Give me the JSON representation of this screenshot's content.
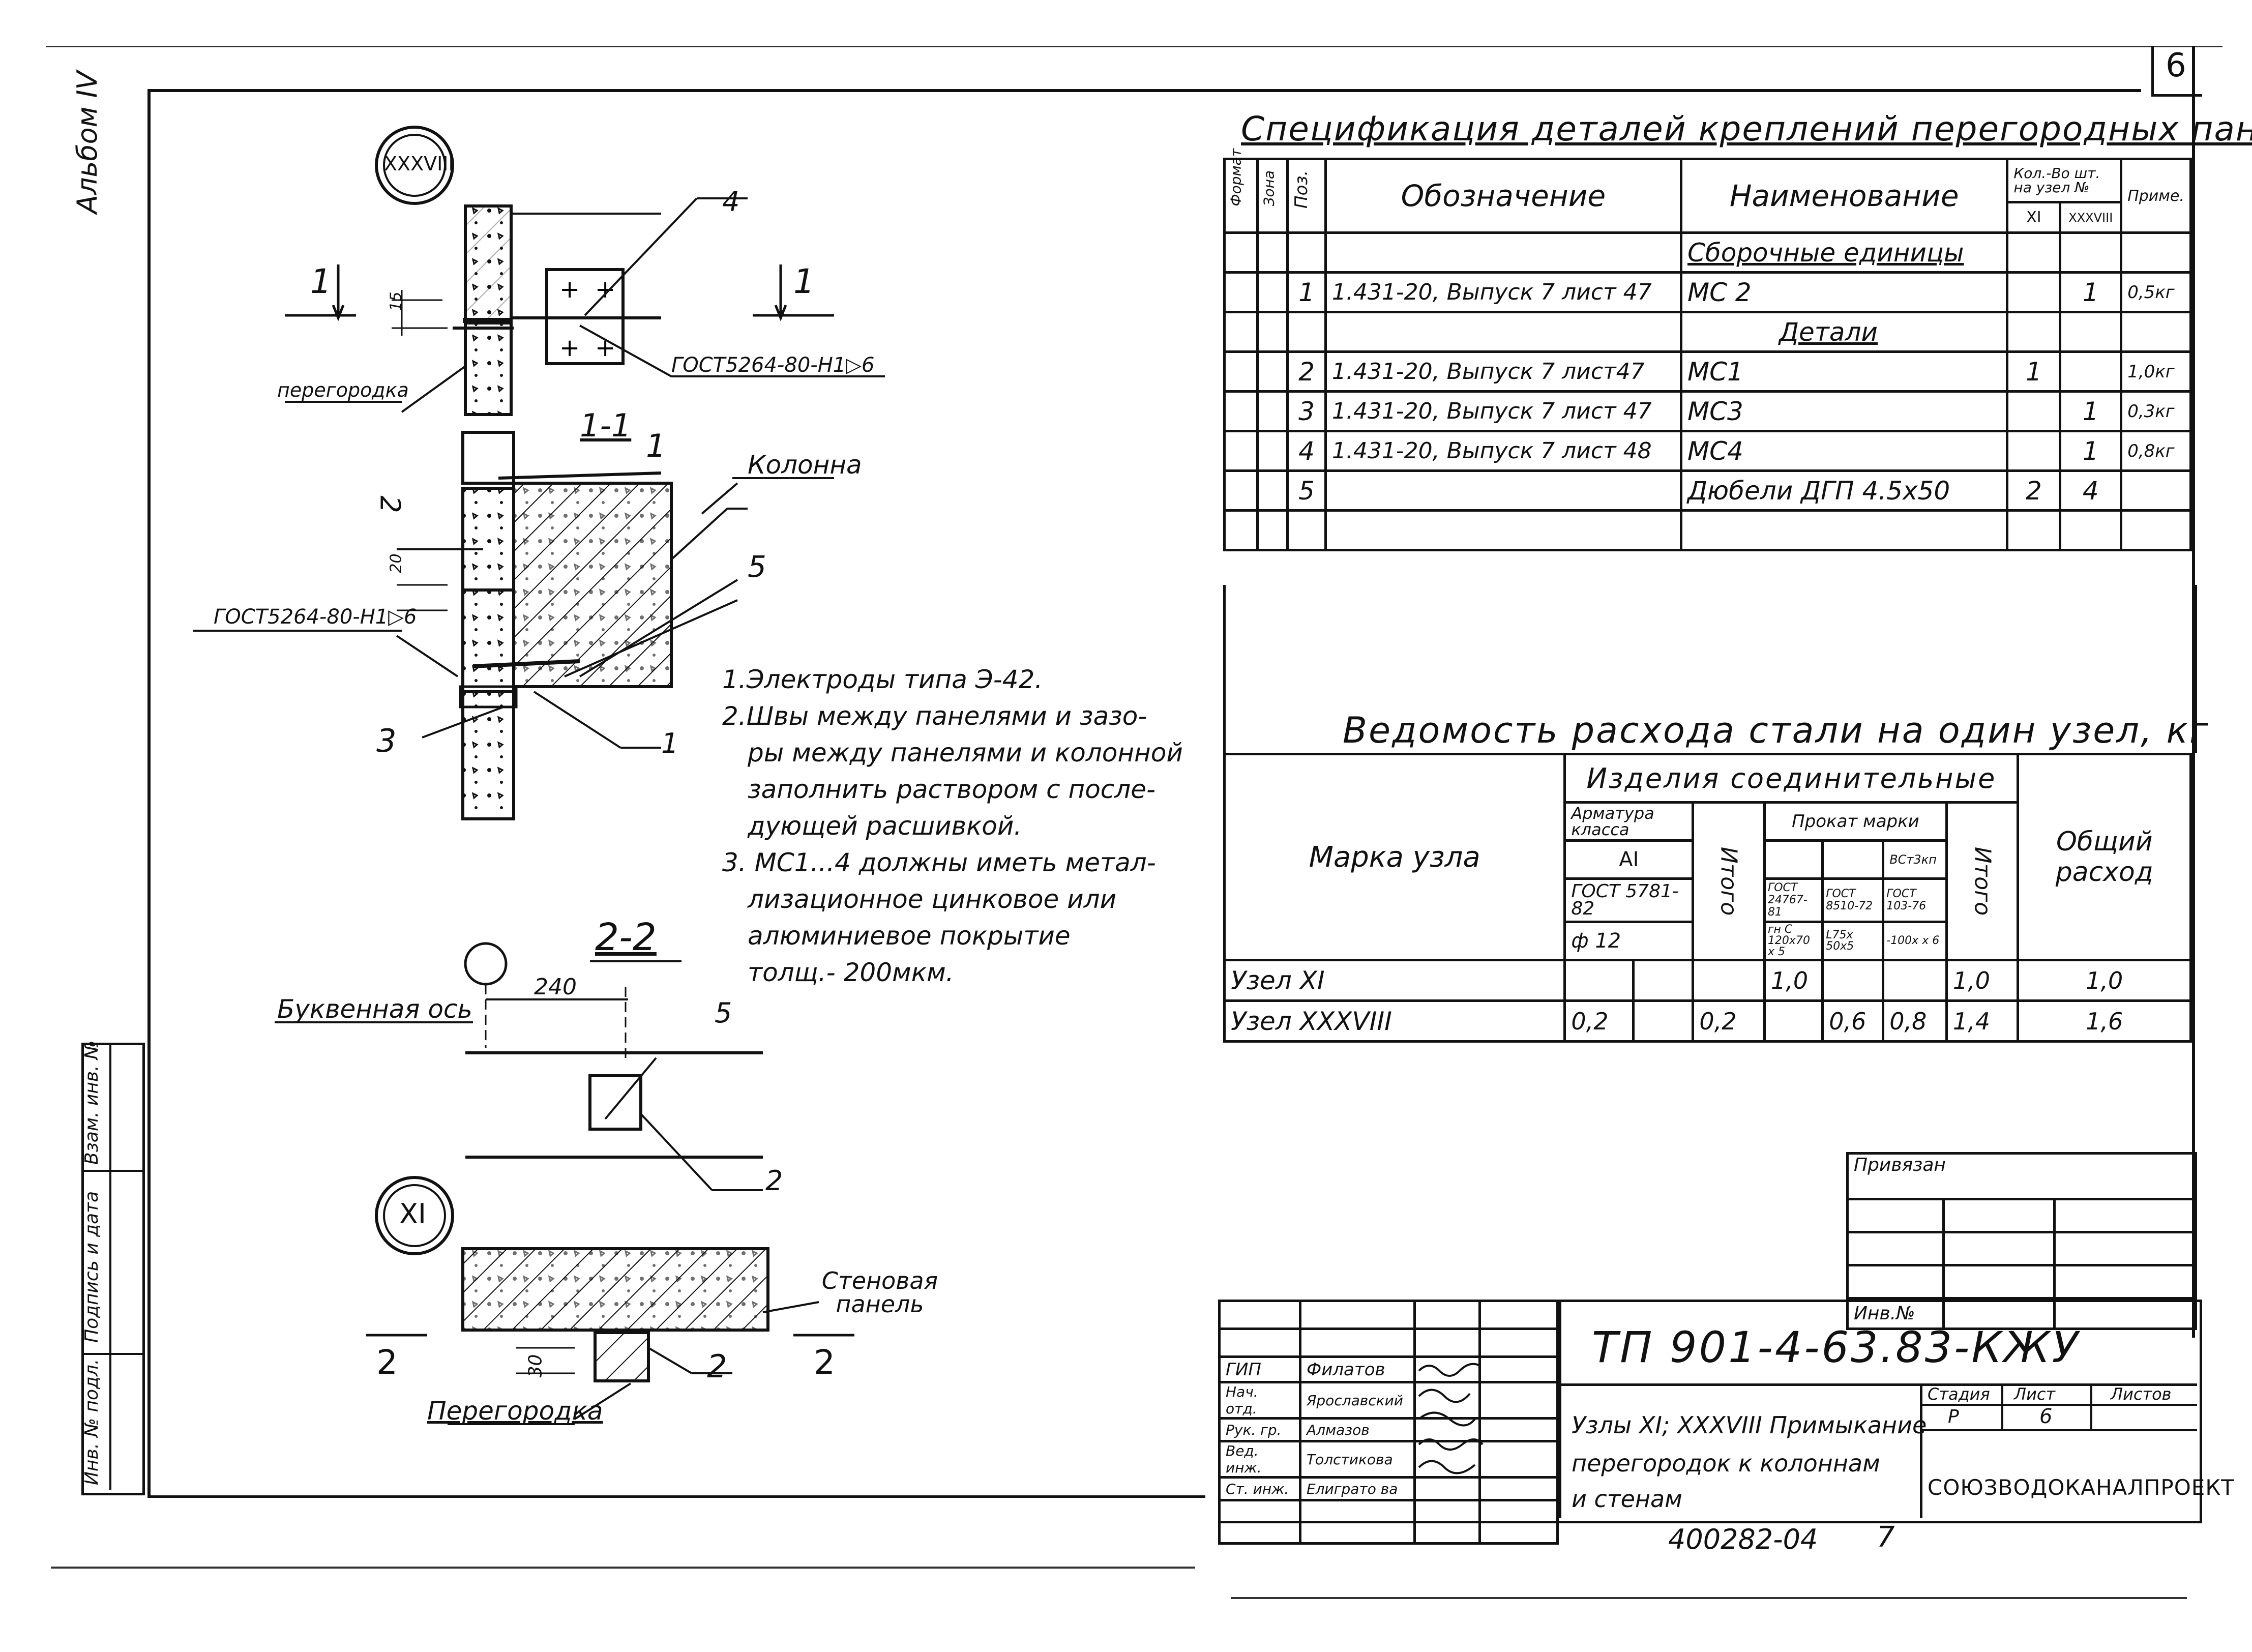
{
  "sheet_number": "6",
  "album_label": "Альбом IV",
  "left_stamp": {
    "inv_original": "Инв. № подл.",
    "signature_date": "Подпись и дата",
    "replace_inv": "Взам. инв. №"
  },
  "drawing": {
    "node_xxxviii": "XXXVIII",
    "node_xi": "XI",
    "cut_1_1": "1-1",
    "cut_2_2": "2-2",
    "label_peregorodka": "перегородка",
    "label_kolonna": "Колонна",
    "weld_1": "ГОСТ5264-80-Н1▷6",
    "weld_2": "ГОСТ5264-80-Н1▷6",
    "bukv_os": "Буквенная ось",
    "stenovaya_panel": "Стеновая панель",
    "peregorodka2": "Перегородка",
    "dim_240": "240",
    "dim_15": "15",
    "dim_20": "20",
    "dim_30": "30",
    "pos": [
      "1",
      "2",
      "3",
      "4",
      "5"
    ]
  },
  "notes": [
    "1.Электроды типа Э-42.",
    "2.Швы между панелями и зазо-",
    "ры между панелями и колонной",
    "заполнить раствором с после-",
    "дующей расшивкой.",
    "3. МС1...4 должны иметь метал-",
    "лизационное цинковое или",
    "алюминиевое покрытие",
    "толщ.- 200мкм."
  ],
  "spec": {
    "title": "Спецификация деталей креплений перегородных панелей",
    "headers": {
      "format": "Формат",
      "zone": "Зона",
      "pos": "Поз.",
      "designation": "Обозначение",
      "name": "Наименование",
      "qty_group": "Кол.-Во шт. на узел №",
      "qty_xi": "XI",
      "qty_xxxviii": "XXXVIII",
      "note": "Приме."
    },
    "rows": [
      {
        "pos": "",
        "designation": "",
        "name": "Сборочные единицы",
        "xi": "",
        "xxxviii": "",
        "note": ""
      },
      {
        "pos": "1",
        "designation": "1.431-20, Выпуск 7 лист 47",
        "name": "МС 2",
        "xi": "",
        "xxxviii": "1",
        "note": "0,5кг"
      },
      {
        "pos": "",
        "designation": "",
        "name": "Детали",
        "xi": "",
        "xxxviii": "",
        "note": ""
      },
      {
        "pos": "2",
        "designation": "1.431-20, Выпуск 7 лист47",
        "name": "МС1",
        "xi": "1",
        "xxxviii": "",
        "note": "1,0кг"
      },
      {
        "pos": "3",
        "designation": "1.431-20, Выпуск 7  лист 47",
        "name": "МС3",
        "xi": "",
        "xxxviii": "1",
        "note": "0,3кг"
      },
      {
        "pos": "4",
        "designation": "1.431-20, Выпуск 7  лист 48",
        "name": "МС4",
        "xi": "",
        "xxxviii": "1",
        "note": "0,8кг"
      },
      {
        "pos": "5",
        "designation": "",
        "name": "Дюбели ДГП 4.5х50",
        "xi": "2",
        "xxxviii": "4",
        "note": ""
      },
      {
        "pos": "",
        "designation": "",
        "name": "",
        "xi": "",
        "xxxviii": "",
        "note": ""
      }
    ]
  },
  "steel": {
    "title": "Ведомость расхода стали на один узел, кг",
    "h_marka": "Марка узла",
    "h_izdelia": "Изделия соединительные",
    "h_armatura": "Арматура класса",
    "h_arm_class": "АI",
    "h_arm_gost": "ГОСТ 5781-82",
    "h_arm_d": "ф 12",
    "h_itogo1": "Итого",
    "h_prokat": "Прокат марки",
    "h_vst": "ВСт3кп",
    "h_g1": "ГОСТ 24767-81",
    "h_g2": "ГОСТ 8510-72",
    "h_g3": "ГОСТ 103-76",
    "h_s1": "гн С 120х70 х 5",
    "h_s2": "L75х 50х5",
    "h_s3": "-100х х 6",
    "h_itogo2": "Итого",
    "h_total": "Общий расход",
    "rows": [
      {
        "marka": "Узел XI",
        "arm": "",
        "it1": "",
        "p1": "1,0",
        "p2": "",
        "p3": "",
        "it2": "1,0",
        "total": "1,0"
      },
      {
        "marka": "Узел XXXVIII",
        "arm": "0,2",
        "it1": "0,2",
        "p1": "",
        "p2": "0,6",
        "p3": "0,8",
        "it2": "1,4",
        "total": "1,6"
      }
    ]
  },
  "privyazan": {
    "label": "Привязан",
    "inv": "Инв.№"
  },
  "title_block": {
    "code": "ТП 901-4-63.83-КЖУ",
    "people": [
      {
        "role": "ГИП",
        "name": "Филатов"
      },
      {
        "role": "Нач. отд.",
        "name": "Ярославский"
      },
      {
        "role": "Рук. гр.",
        "name": "Алмазов"
      },
      {
        "role": "Вед. инж.",
        "name": "Толстикова"
      },
      {
        "role": "Ст. инж.",
        "name": "Елиграто ва"
      }
    ],
    "description_1": "Узлы XI; XXXVIII  Примыкание",
    "description_2": "перегородок к колоннам",
    "description_3": "и стенам",
    "stage_label": "Стадия",
    "sheet_label": "Лист",
    "sheets_label": "Листов",
    "stage": "Р",
    "sheet": "6",
    "sheets": "",
    "org": "СОЮЗВОДОКАНАЛПРОЕКТ"
  },
  "bottom_code": "400282-04",
  "bottom_num": "7"
}
